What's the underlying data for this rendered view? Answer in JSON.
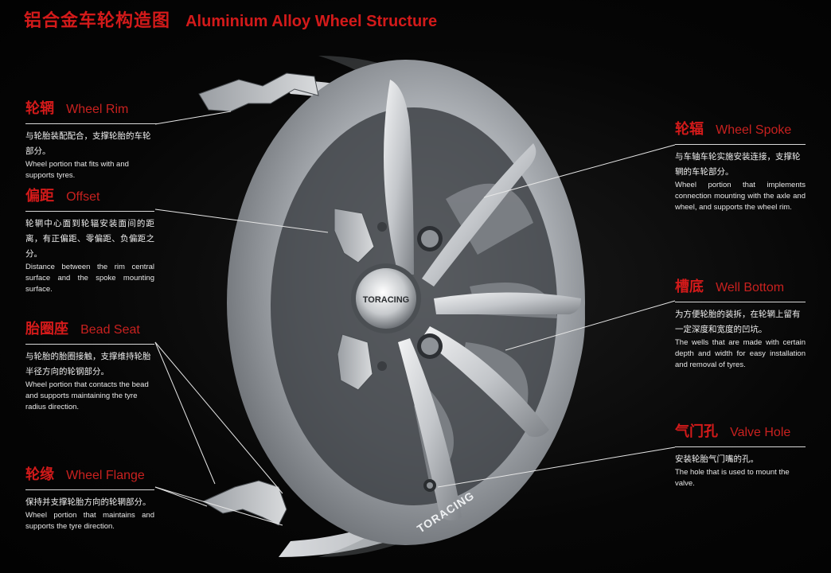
{
  "title": {
    "zh": "铝合金车轮构造图",
    "en": "Aluminium Alloy Wheel Structure"
  },
  "hub_logo": "TORACING",
  "rim_logo": "TORACING",
  "colors": {
    "accent": "#d31a1a",
    "text": "#ffffff",
    "background": "#050505",
    "metal": "#b9bcc0"
  },
  "callouts": {
    "wheel_rim": {
      "zh": "轮辋",
      "en": "Wheel Rim",
      "desc_zh": "与轮胎装配配合，支撑轮胎的车轮部分。",
      "desc_en": "Wheel portion that fits with and supports tyres."
    },
    "offset": {
      "zh": "偏距",
      "en": "Offset",
      "desc_zh": "轮辋中心面到轮辐安装面间的距离，有正偏距、零偏距、负偏距之分。",
      "desc_en": "Distance between the rim central surface and the spoke mounting surface."
    },
    "bead_seat": {
      "zh": "胎圈座",
      "en": "Bead Seat",
      "desc_zh": "与轮胎的胎圈接触，支撑维持轮胎半径方向的轮钢部分。",
      "desc_en": "Wheel portion that contacts the bead and supports maintaining the tyre radius direction."
    },
    "wheel_flange": {
      "zh": "轮缘",
      "en": "Wheel Flange",
      "desc_zh": "保持并支撑轮胎方向的轮辋部分。",
      "desc_en": "Wheel portion that maintains and supports the tyre direction."
    },
    "wheel_spoke": {
      "zh": "轮辐",
      "en": "Wheel Spoke",
      "desc_zh": "与车轴车轮实施安装连接，支撑轮辋的车轮部分。",
      "desc_en": "Wheel portion that implements connection mounting with the axle and wheel, and supports the wheel rim."
    },
    "well_bottom": {
      "zh": "槽底",
      "en": "Well Bottom",
      "desc_zh": "为方便轮胎的装拆，在轮辋上留有一定深度和宽度的凹坑。",
      "desc_en": "The wells that are made with certain depth and width for easy installation and removal of tyres."
    },
    "valve_hole": {
      "zh": "气门孔",
      "en": "Valve Hole",
      "desc_zh": "安装轮胎气门嘴的孔。",
      "desc_en": "The hole that is used to mount the valve."
    }
  }
}
